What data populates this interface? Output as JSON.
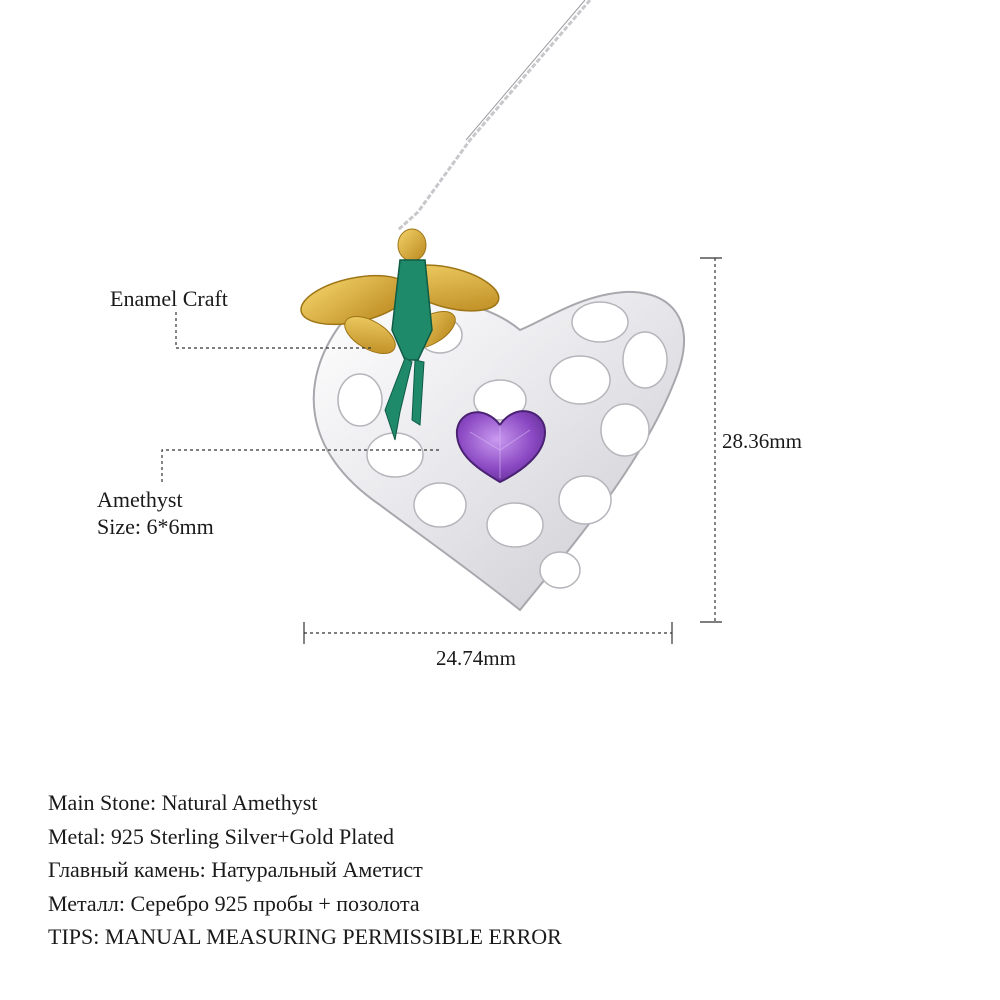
{
  "product_image": {
    "description_icon": "heart-pendant-with-fairy",
    "colors": {
      "silver": "#e9e9ec",
      "gold": "#d8a92f",
      "enamel_green": "#1f8a6a",
      "amethyst": "#8f4fc4",
      "dimension_line": "#333333"
    }
  },
  "callouts": {
    "enamel": "Enamel Craft",
    "amethyst_name": "Amethyst",
    "amethyst_size": "Size: 6*6mm"
  },
  "dimensions": {
    "height": "28.36mm",
    "width": "24.74mm"
  },
  "specs": [
    "Main Stone: Natural Amethyst",
    "Metal: 925 Sterling Silver+Gold Plated",
    "Главный камень: Натуральный Аметист",
    "Металл: Серебро 925 пробы + позолота",
    "TIPS: MANUAL MEASURING PERMISSIBLE ERROR"
  ]
}
